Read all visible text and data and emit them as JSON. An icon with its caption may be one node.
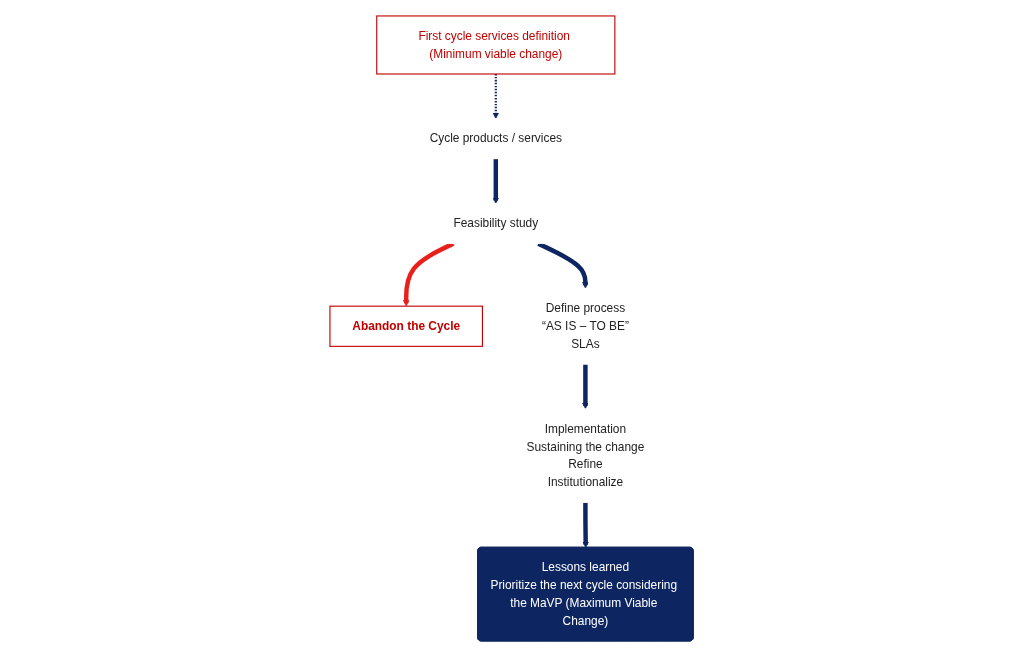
{
  "diagram": {
    "nodes": [
      {
        "text": [
          "First cycle services definition (Minimum viable change)"
        ]
      },
      {
        "text": [
          "Cycle products / services"
        ]
      },
      {
        "text": [
          "Feasibility study"
        ]
      },
      {
        "text": [
          "Abandon the Cycle"
        ]
      },
      {
        "text": [
          "Define process",
          "“AS IS – TO BE”",
          "SLAs"
        ]
      },
      {
        "text": [
          "Implementation",
          "Sustaining the change",
          "Refine",
          "Institutionalize"
        ]
      },
      {
        "text": [
          "Lessons learned",
          "Prioritize the next cycle considering the MaVP (Maximum Viable Change)"
        ]
      }
    ],
    "edges": [
      {
        "from": 0,
        "to": 1,
        "arrow": "to",
        "style": "dashed"
      },
      {
        "from": 1,
        "to": 2,
        "arrow": "to"
      },
      {
        "from": 2,
        "to": 3,
        "arrow": "to",
        "color": "#e8201c"
      },
      {
        "from": 2,
        "to": 4,
        "arrow": "to"
      },
      {
        "from": 4,
        "to": 5,
        "arrow": "to"
      },
      {
        "from": 5,
        "to": 6,
        "arrow": "to"
      }
    ]
  }
}
